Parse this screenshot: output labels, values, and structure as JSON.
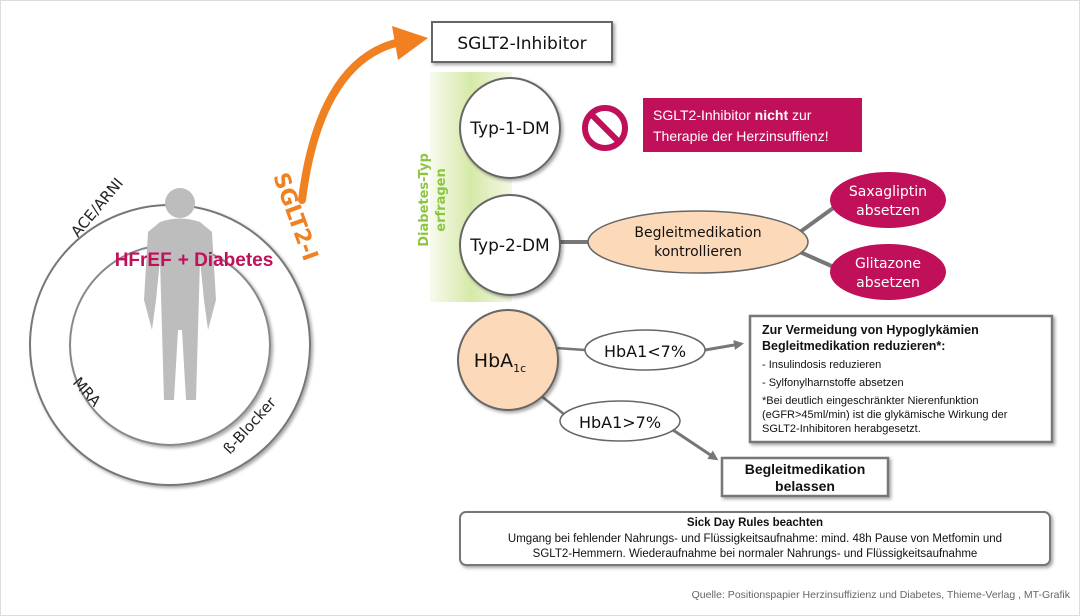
{
  "colors": {
    "magenta": "#c0105a",
    "orange": "#f08020",
    "green": "#d6e9a8",
    "peach": "#fcd9b8",
    "grey_person": "#bdbdbd"
  },
  "left_circle": {
    "center_label_a": "HFrEF",
    "center_label_b": "+ Diabetes",
    "ring_labels": [
      "ACE/ARNI",
      "MRA",
      "ß-Blocker"
    ],
    "sglt2_label": "SGLT2-I"
  },
  "top_box": "SGLT2-Inhibitor",
  "diabetes_question": {
    "line1": "Diabetes-Typ",
    "line2": "erfragen"
  },
  "typ1": {
    "label": "Typ-1-DM",
    "icon": "no-entry-icon",
    "warning_pre": "SGLT2-Inhibitor ",
    "warning_bold": "nicht",
    "warning_post": " zur",
    "warning_line2": "Therapie der Herzinsuffienz!"
  },
  "typ2": {
    "label": "Typ-2-DM",
    "check_line1": "Begleitmedikation",
    "check_line2": "kontrollieren",
    "options": [
      {
        "line1": "Saxagliptin",
        "line2": "absetzen"
      },
      {
        "line1": "Glitazone",
        "line2": "absetzen"
      }
    ]
  },
  "hba1c": {
    "label": "HbA",
    "subscript": "1c",
    "low": "HbA1<7%",
    "high": "HbA1>7%",
    "low_box": {
      "title1": "Zur Vermeidung von Hypoglykämien",
      "title2": "Begleitmedikation reduzieren*:",
      "items": [
        "- Insulindosis reduzieren",
        "- Sylfonylharnstoffe absetzen"
      ],
      "note": [
        "*Bei deutlich eingeschränkter Nierenfunktion",
        "(eGFR>45ml/min) ist die glykämische Wirkung der",
        "SGLT2-Inhibitoren herabgesetzt."
      ]
    },
    "high_box": {
      "line1": "Begleitmedikation",
      "line2": "belassen"
    }
  },
  "sick_day": {
    "title": "Sick Day Rules beachten",
    "line1": "Umgang bei fehlender Nahrungs- und Flüssigkeitsaufnahme: mind. 48h Pause von Metfomin und",
    "line2": "SGLT2-Hemmern. Wiederaufnahme bei normaler Nahrungs- und Flüssigkeitsaufnahme"
  },
  "source": "Quelle: Positionspapier Herzinsuffizienz und Diabetes, Thieme-Verlag , MT-Grafik"
}
